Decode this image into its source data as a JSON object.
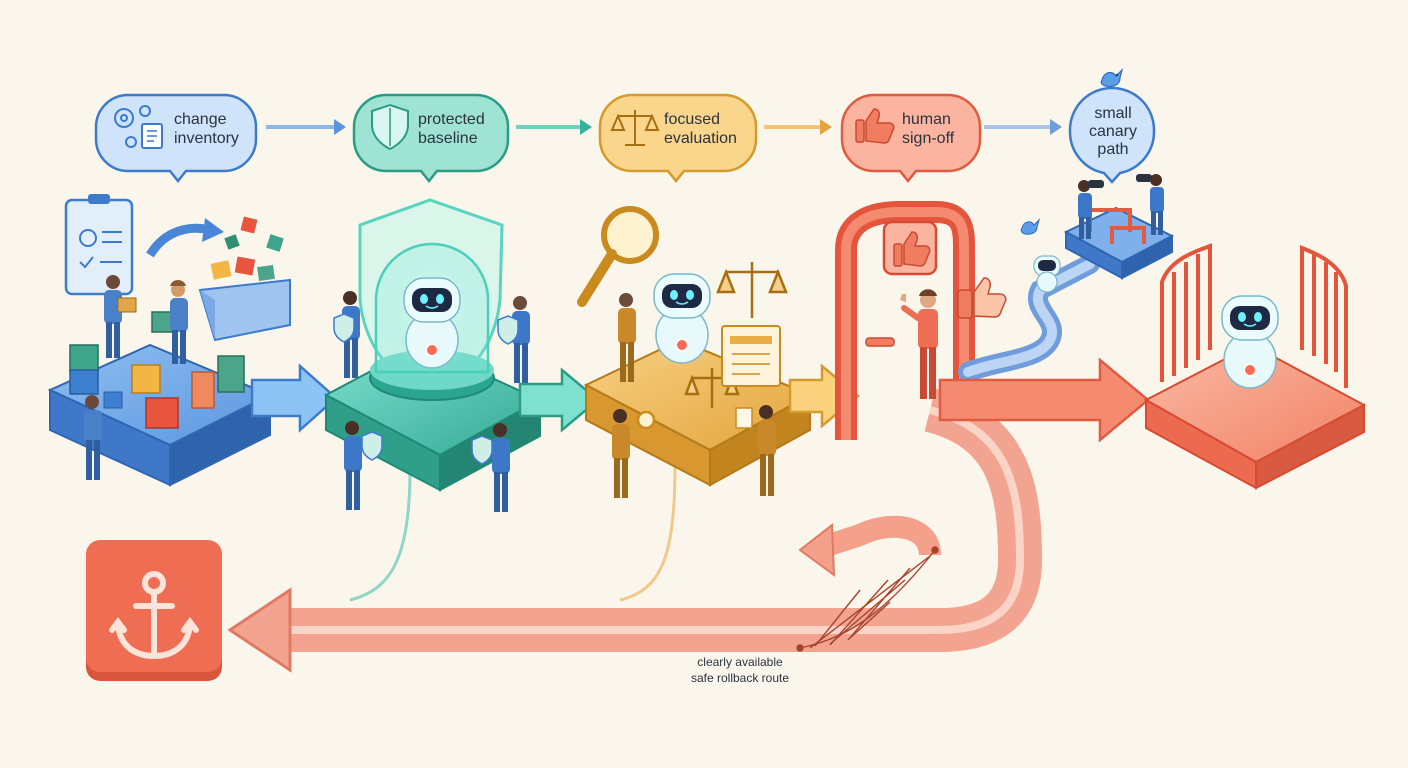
{
  "stages": [
    {
      "id": "change-inventory",
      "lines": [
        "change",
        "inventory"
      ]
    },
    {
      "id": "protected-baseline",
      "lines": [
        "protected",
        "baseline"
      ]
    },
    {
      "id": "focused-evaluation",
      "lines": [
        "focused",
        "evaluation"
      ]
    },
    {
      "id": "human-sign-off",
      "lines": [
        "human",
        "sign-off"
      ]
    },
    {
      "id": "small-canary-path",
      "lines": [
        "small",
        "canary",
        "path"
      ]
    }
  ],
  "rollback_caption": [
    "clearly available",
    "safe rollback route"
  ],
  "colors": {
    "background": "#fbf6ec",
    "inventory_blue": "#4a86d8",
    "baseline_teal": "#3fb8a4",
    "evaluation_gold": "#e8ae45",
    "signoff_coral": "#ee6e55",
    "canary_blue": "#5b8fd6",
    "rollback_coral": "#ef7a62",
    "anchor_tile": "#ee6a50"
  },
  "icons": [
    "gears-icon",
    "document-icon",
    "shield-icon",
    "scales-icon",
    "thumbs-up-icon",
    "bird-icon",
    "anchor-icon",
    "robot-icon",
    "magnifier-icon",
    "clipboard-icon",
    "net-icon"
  ]
}
